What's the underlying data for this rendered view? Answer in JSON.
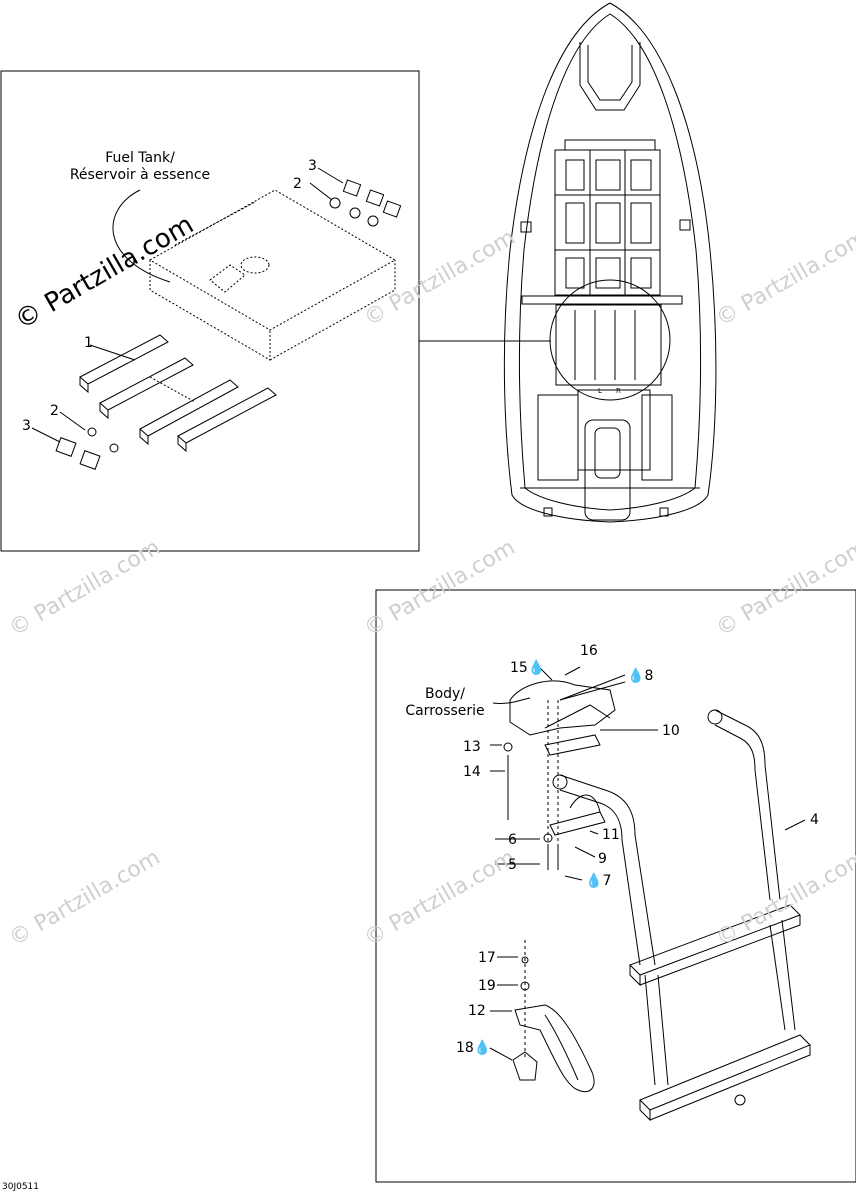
{
  "watermark": {
    "text": "© Partzilla.com"
  },
  "panel_top": {
    "label_line1": "Fuel Tank/",
    "label_line2": "Réservoir à essence",
    "callouts": [
      "1",
      "2",
      "3",
      "2",
      "3"
    ]
  },
  "panel_bottom": {
    "label_line1": "Body/",
    "label_line2": "Carrosserie",
    "callouts": [
      "4",
      "5",
      "6",
      "7",
      "8",
      "9",
      "10",
      "11",
      "12",
      "13",
      "14",
      "15",
      "16",
      "17",
      "18",
      "19"
    ]
  },
  "hull": {
    "mark_left": "L",
    "mark_right": "R"
  },
  "footer": {
    "code": "30J0511"
  }
}
